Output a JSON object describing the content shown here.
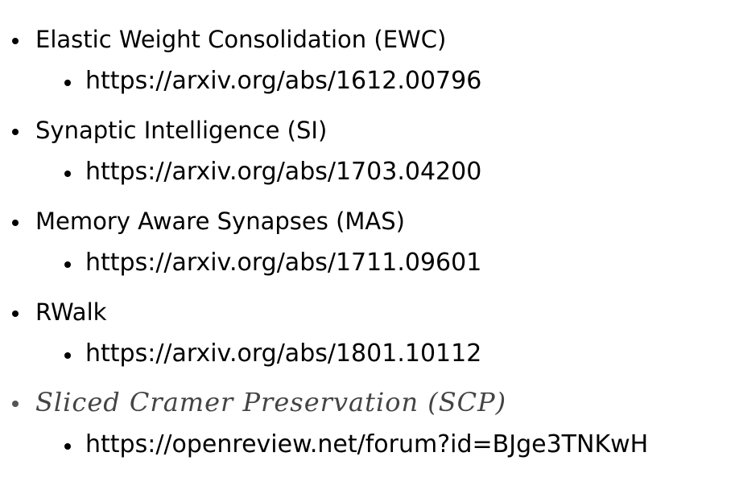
{
  "items": [
    {
      "text": "Elastic Weight Consolidation (EWC)"
    },
    {
      "text": "https://arxiv.org/abs/1612.00796"
    },
    {
      "text": "Synaptic Intelligence (SI)"
    },
    {
      "text": "https://arxiv.org/abs/1703.04200"
    },
    {
      "text": "Memory Aware Synapses (MAS)"
    },
    {
      "text": "https://arxiv.org/abs/1711.09601"
    },
    {
      "text": "RWalk"
    },
    {
      "text": "https://arxiv.org/abs/1801.10112"
    },
    {
      "text": "Sliced Cramer Preservation (SCP)"
    },
    {
      "text": "https://openreview.net/forum?id=BJge3TNKwH"
    }
  ]
}
